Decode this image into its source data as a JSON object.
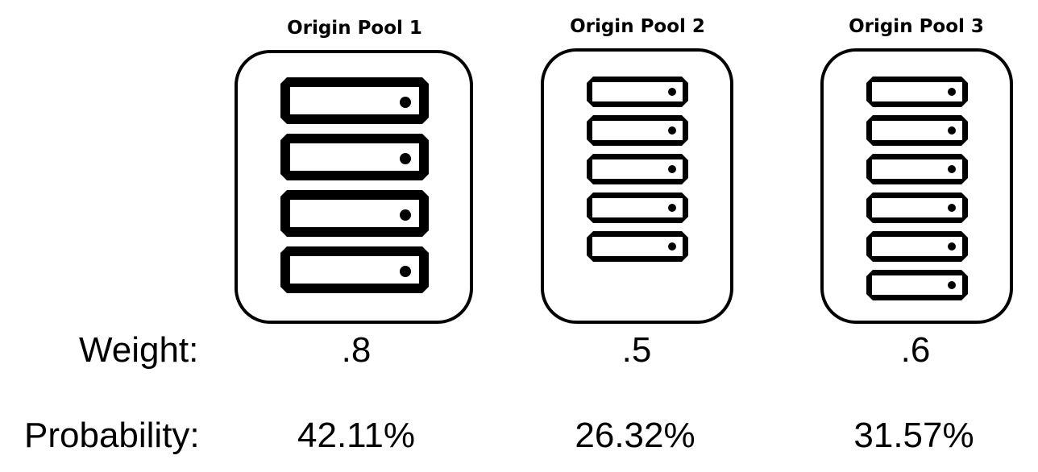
{
  "pools": [
    {
      "title": "Origin Pool 1",
      "weight": ".8",
      "probability": "42.11%",
      "servers": 4
    },
    {
      "title": "Origin Pool 2",
      "weight": ".5",
      "probability": "26.32%",
      "servers": 5
    },
    {
      "title": "Origin Pool 3",
      "weight": ".6",
      "probability": "31.57%",
      "servers": 6
    }
  ],
  "labels": {
    "weight": "Weight:",
    "probability": "Probability:"
  }
}
